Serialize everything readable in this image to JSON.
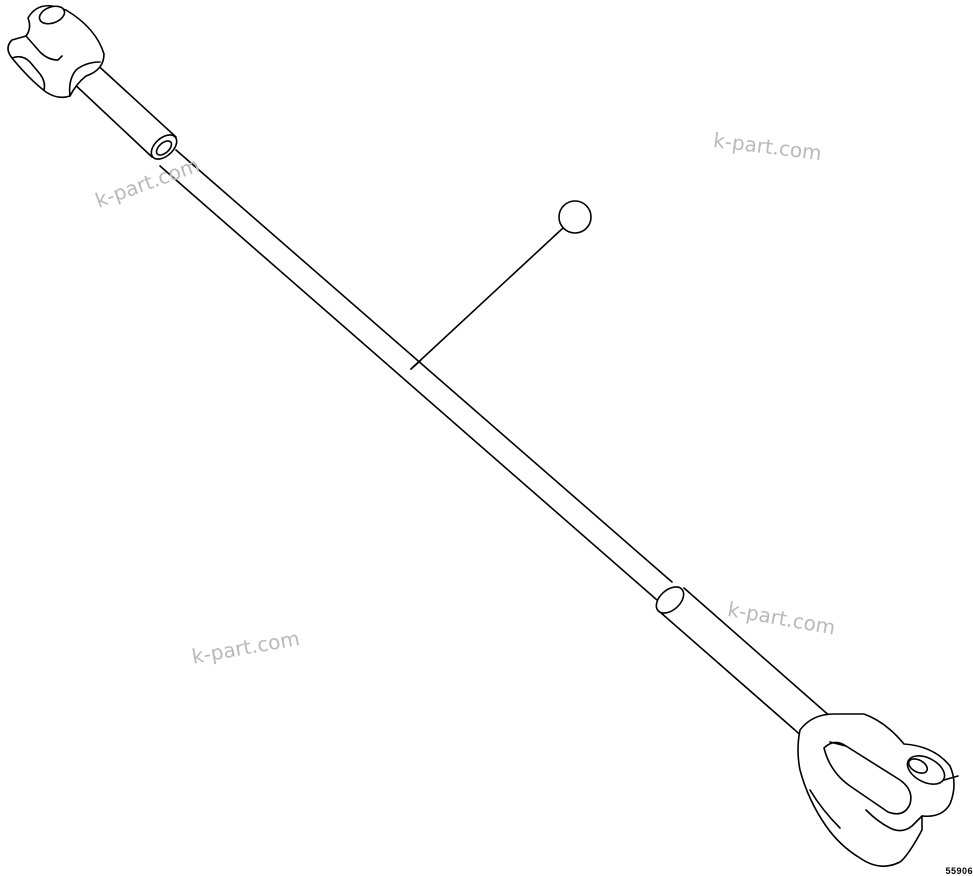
{
  "watermarks": [
    "k-part.com",
    "k-part.com",
    "k-part.com",
    "k-part.com"
  ],
  "figure_code": "55906"
}
